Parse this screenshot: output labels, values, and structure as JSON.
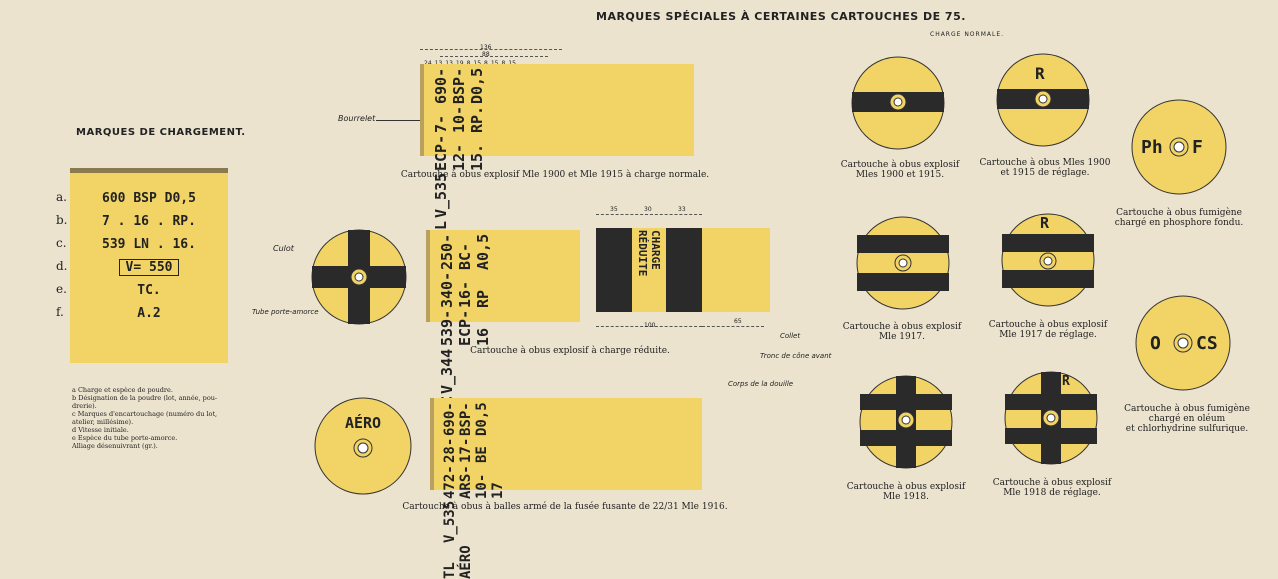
{
  "main_title": "MARQUES SPÉCIALES À CERTAINES CARTOUCHES DE 75.",
  "charge_normale": "CHARGE NORMALE.",
  "loading": {
    "title": "MARQUES DE CHARGEMENT.",
    "rows": [
      {
        "key": "a.",
        "text": "600  BSP  D0,5"
      },
      {
        "key": "b.",
        "text": "7 . 16 . RP."
      },
      {
        "key": "c.",
        "text": "539  LN . 16."
      },
      {
        "key": "d.",
        "text": "V= 550"
      },
      {
        "key": "e.",
        "text": "TC."
      },
      {
        "key": "f.",
        "text": "A.2"
      }
    ],
    "legend": [
      "a  Charge et espèce de poudre.",
      "b  Désignation de la poudre (lot, année, pou-",
      "      drerie).",
      "c  Marques d'encartouchage (numéro du lot,",
      "      atelier, millésime).",
      "d  Vitesse initiale.",
      "e  Espèce du tube porte-amorce.",
      "    Alliage désenuivrant (gr.)."
    ]
  },
  "shell1": {
    "lines": [
      "690-BSP-D0,5",
      "7-10-RP.",
      "ECP-12-15.",
      "V_535",
      "TL"
    ],
    "dims": {
      "total": "136",
      "d1": "88",
      "parts": [
        "24",
        "13",
        "13",
        "19",
        "8",
        "15",
        "8",
        "15",
        "8",
        "15"
      ]
    },
    "bourrelet": "Bourrelet",
    "caption": "Cartouche à obus explosif Mle 1900 et Mle 1915 à charge normale."
  },
  "shell2": {
    "culot": "Culot",
    "tube": "Tube porte-amorce",
    "lines": [
      "250-BC-A0,5",
      "340-16-RP",
      "539-ECP-16",
      "V_344",
      "TC"
    ],
    "band": "CHARGE RÉDUITE",
    "dims": {
      "a": "35",
      "b": "30",
      "c": "33",
      "d": "100",
      "e": "65"
    },
    "labels": {
      "collet": "Collet",
      "tronc": "Tronc de cône avant",
      "corps": "Corps de la douille"
    },
    "caption": "Cartouche à obus explosif à charge réduite."
  },
  "shell3": {
    "disk": "AÉRO",
    "lines": [
      "690-BSP-D0,5",
      "28-17-BE",
      "472-ARS-10-17",
      "V_535",
      "TL AÉRO"
    ],
    "caption": "Cartouche à obus à balles armé de la fusée fusante de 22/31 Mle 1916."
  },
  "disks": [
    {
      "mark": "",
      "caption": [
        "Cartouche à obus explosif",
        "Mles 1900 et 1915."
      ]
    },
    {
      "mark": "R",
      "caption": [
        "Cartouche à obus Mles 1900",
        "et 1915 de réglage."
      ]
    },
    {
      "mark": "",
      "caption": [
        "Cartouche à obus explosif",
        "Mle 1917."
      ]
    },
    {
      "mark": "R",
      "caption": [
        "Cartouche à obus explosif",
        "Mle 1917 de réglage."
      ]
    },
    {
      "mark": "",
      "caption": [
        "Cartouche à obus explosif",
        "Mle 1918."
      ]
    },
    {
      "mark": "R",
      "caption": [
        "Cartouche à obus explosif",
        "Mle 1918 de réglage."
      ]
    }
  ],
  "smoke": [
    {
      "left": "Ph",
      "right": "F",
      "caption": [
        "Cartouche à obus fumigène",
        "chargé en phosphore fondu."
      ]
    },
    {
      "left": "O",
      "right": "CS",
      "caption": [
        "Cartouche à obus fumigène",
        "chargé en oléum",
        "et chlorhydrine sulfurique."
      ]
    }
  ],
  "colors": {
    "yellow": "#f2d466",
    "black": "#2a2a2a",
    "paper": "#ece3cf"
  }
}
